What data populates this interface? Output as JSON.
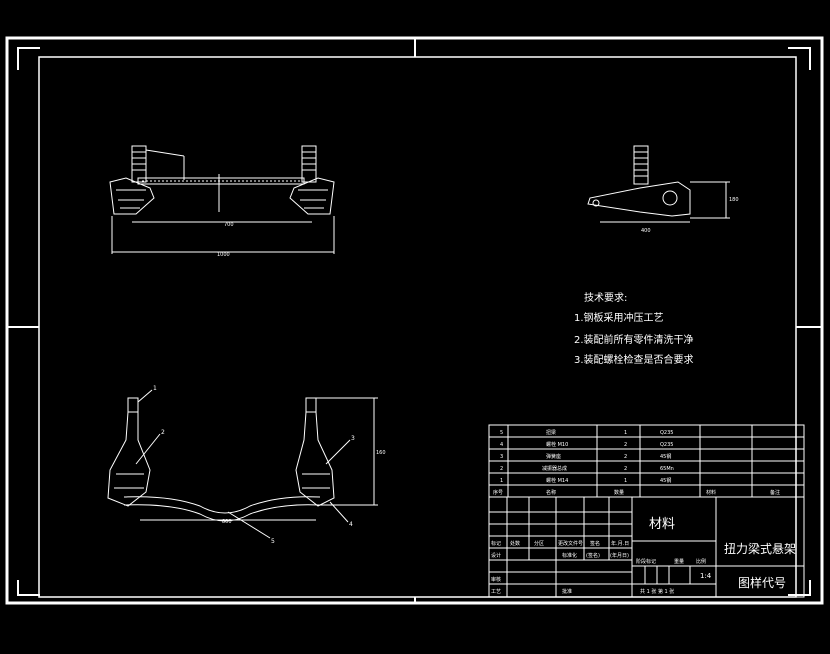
{
  "sheet": {
    "colors": {
      "background": "#000000",
      "line": "#ffffff"
    }
  },
  "tech_requirements": {
    "title": "技术要求:",
    "items": [
      "1.钢板采用冲压工艺",
      "2.装配前所有零件清洗干净",
      "3.装配螺栓检查是否合要求"
    ]
  },
  "views": {
    "front_dims": {
      "inner": "700",
      "overall": "1000"
    },
    "side_dims": {
      "length": "400",
      "height": "180"
    },
    "bottom_dims": {
      "width": "800",
      "height": "160"
    },
    "balloons": [
      "1",
      "2",
      "3",
      "4",
      "5"
    ]
  },
  "bom": {
    "rows": [
      {
        "no": "5",
        "name": "扭梁",
        "qty": "1",
        "material": "Q235"
      },
      {
        "no": "4",
        "name": "螺栓 M10",
        "qty": "2",
        "material": "Q235"
      },
      {
        "no": "3",
        "name": "弹簧座",
        "qty": "2",
        "material": "45钢"
      },
      {
        "no": "2",
        "name": "减振器总成",
        "qty": "2",
        "material": "65Mn"
      },
      {
        "no": "1",
        "name": "螺栓 M14",
        "qty": "1",
        "material": "45钢"
      }
    ],
    "header": {
      "no": "序号",
      "name": "名称",
      "qty": "数量",
      "material": "材料",
      "remark": "备注"
    }
  },
  "title_block": {
    "material_label": "材料",
    "drawing_title": "扭力梁式悬架",
    "drawing_code_label": "图样代号",
    "scale": "1:4",
    "revision_labels": [
      "标记",
      "处数",
      "分区",
      "更改文件号",
      "签名",
      "年.月.日"
    ],
    "role_labels": [
      "设计",
      "审核",
      "工艺"
    ],
    "std_label": "标准化",
    "sign_label": "(签名)",
    "date_label": "(年月日)",
    "approve_label": "批准",
    "stage_labels": [
      "阶段标记",
      "重量",
      "比例"
    ],
    "sheet_info": "共 1 张  第 1 张"
  }
}
